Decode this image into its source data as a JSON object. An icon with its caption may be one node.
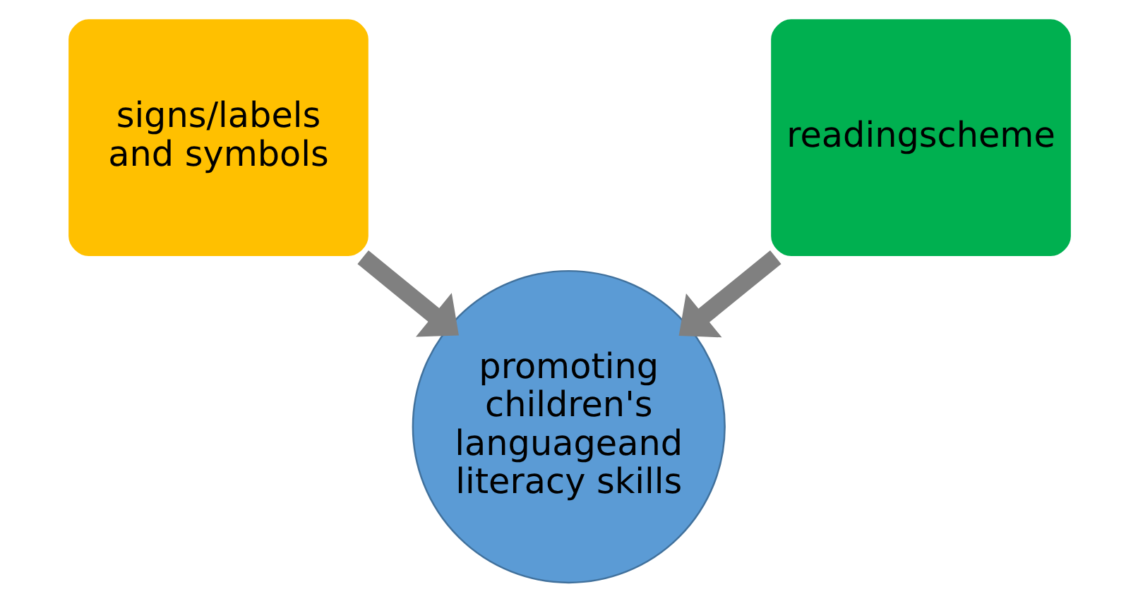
{
  "diagram": {
    "nodes": [
      {
        "text": [
          "signs/labels and symbols"
        ]
      },
      {
        "text": [
          "readingscheme"
        ]
      },
      {
        "text": [
          "promoting children's languageand literacy skills"
        ]
      }
    ],
    "edges": [
      {
        "from": 0,
        "to": 2,
        "arrow": "to"
      },
      {
        "from": 1,
        "to": 2,
        "arrow": "to"
      }
    ]
  }
}
